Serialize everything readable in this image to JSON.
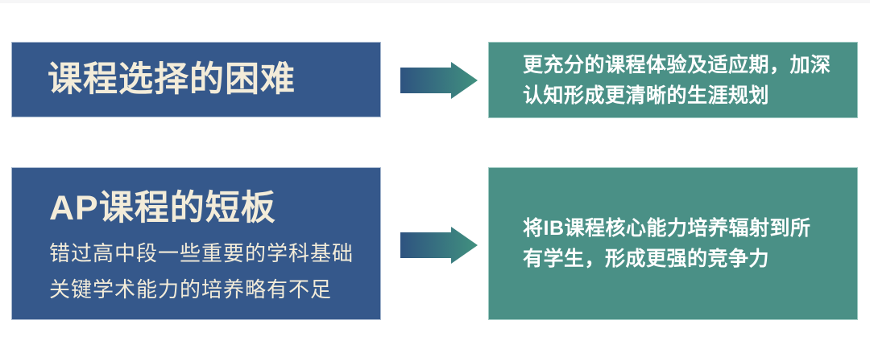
{
  "rows": [
    {
      "problem": {
        "title": "课程选择的困难"
      },
      "benefit": {
        "line1": "更充分的课程体验及适应期，加深",
        "line2": "认知形成更清晰的生涯规划"
      }
    },
    {
      "problem": {
        "title": "AP课程的短板",
        "detail1": "错过高中段一些重要的学科基础",
        "detail2": "关键学术能力的培养略有不足"
      },
      "benefit": {
        "line1": "将IB课程核心能力培养辐射到所",
        "line2": "有学生，形成更强的竞争力"
      }
    }
  ],
  "colors": {
    "blue_box": "#35588b",
    "blue_box_border": "#a7b8cf",
    "green_box": "#4a9086",
    "green_box_border": "#9ecac2",
    "blue_text": "#f3ecd9",
    "green_text": "#ffffff",
    "arrow_start": "#2e5380",
    "arrow_end": "#41917f",
    "page_bg": "#ffffff"
  }
}
